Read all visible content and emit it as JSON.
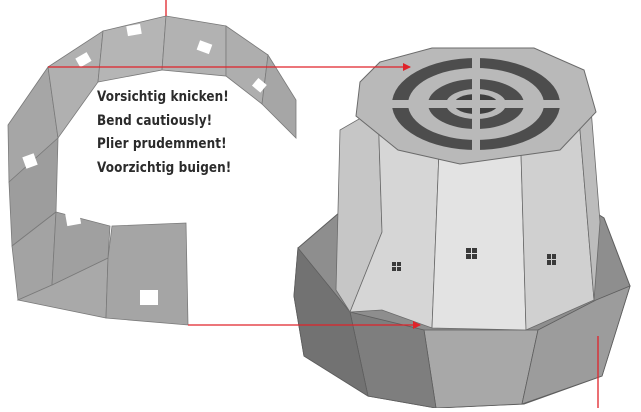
{
  "instructions": [
    "Vorsichtig knicken!",
    "Bend cautiously!",
    "Plier prudemment!",
    "Voorzichtig buigen!"
  ],
  "colors": {
    "pointer": "#e0232a",
    "strip": "#a9a9a9",
    "roof_top": "#b8b8b8",
    "roof_dark": "#4e4e4e",
    "walls_light": "#dedede",
    "walls_mid": "#c4c4c4",
    "base_dark": "#7a7a7a",
    "base_mid": "#9b9b9b"
  },
  "icons": [
    "arrow-icon",
    "window-icon"
  ]
}
